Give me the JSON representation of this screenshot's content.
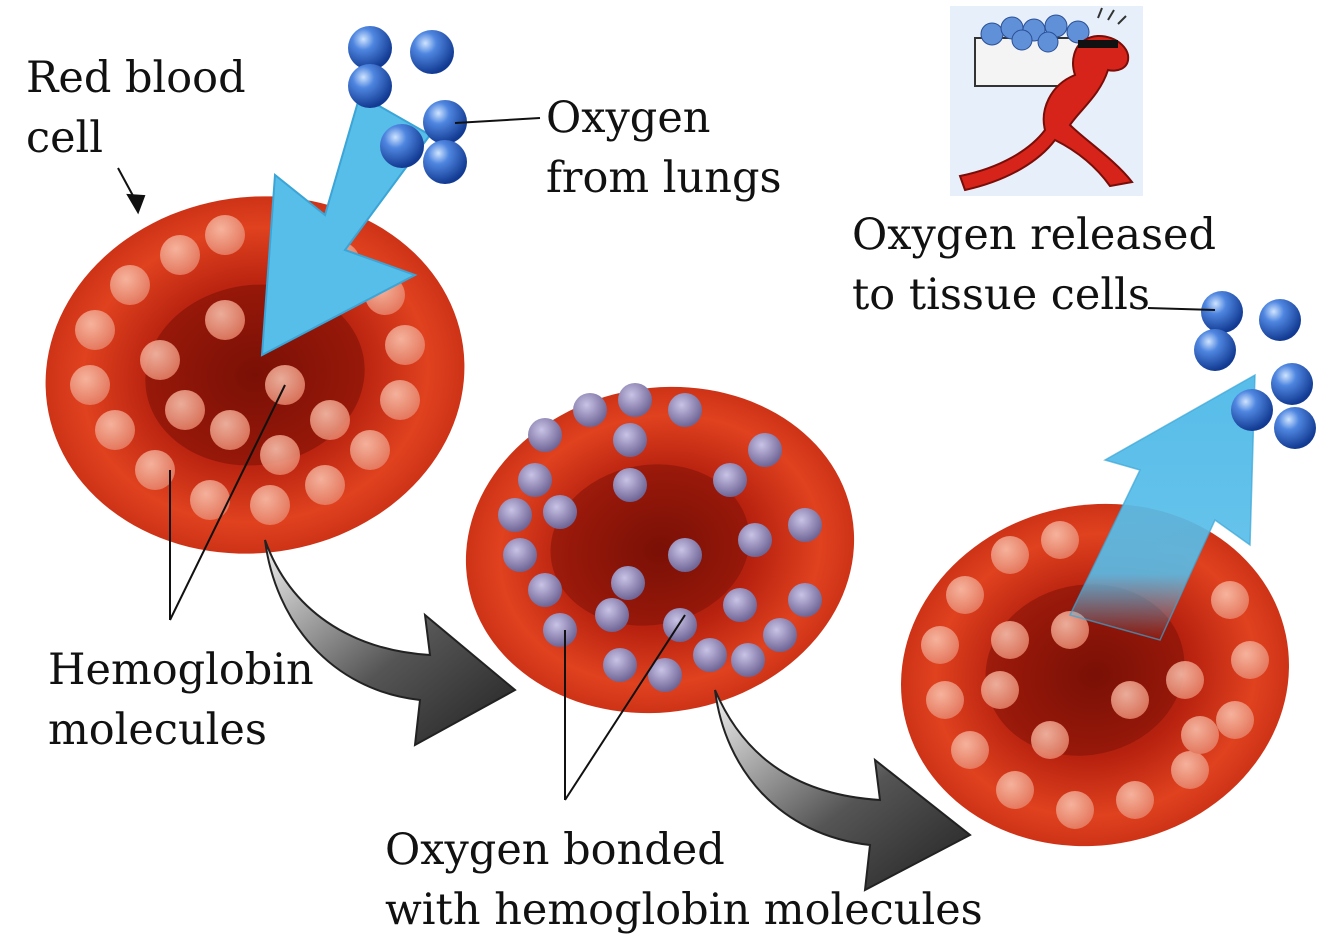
{
  "labels": {
    "red_blood_cell": [
      "Red blood",
      "cell"
    ],
    "oxygen_from_lungs": [
      "Oxygen",
      "from lungs"
    ],
    "oxygen_released": [
      "Oxygen released",
      "to tissue cells"
    ],
    "hemoglobin": [
      "Hemoglobin",
      "molecules"
    ],
    "oxygen_bonded": [
      "Oxygen bonded",
      "with hemoglobin molecules"
    ]
  },
  "colors": {
    "cell_red": "#d8321c",
    "cell_dark": "#9e1a0c",
    "hemoglobin": "#f3a58e",
    "oxygenated": "#8a7fb0",
    "oxygen_blue": "#2f62c8",
    "arrow_blue": "#57bde9",
    "arrow_dark": "#3a3a3a"
  },
  "icons": {
    "carrier": "red-runner-carrying-tub-icon"
  }
}
